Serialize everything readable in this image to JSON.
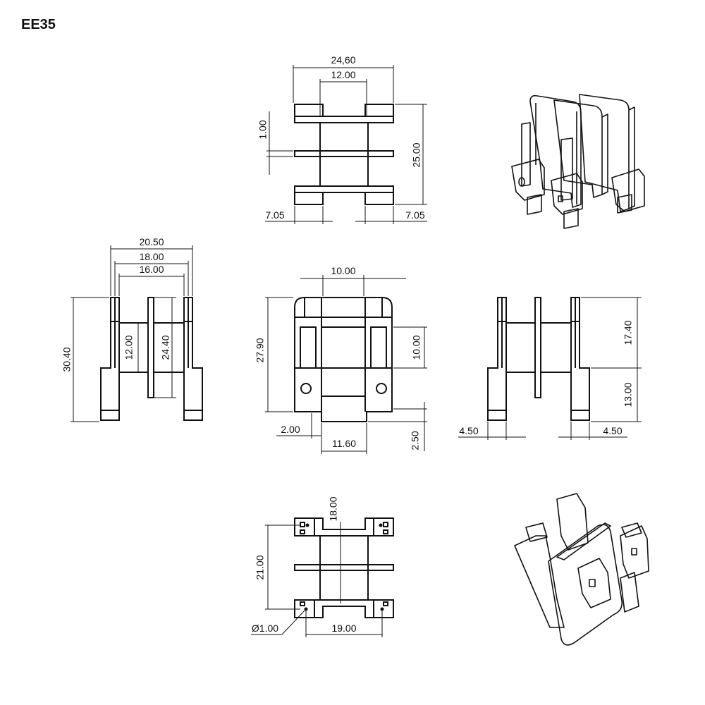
{
  "title": "EE35",
  "top_view": {
    "d_outer_width": "24,60",
    "d_inner_width": "12.00",
    "d_flange": "1.00",
    "d_height": "25.00",
    "d_left": "7.05",
    "d_right": "7.05"
  },
  "side_view": {
    "d_width_outer": "20.50",
    "d_width_mid": "18.00",
    "d_width_inner": "16.00",
    "d_height": "30.40",
    "d_core_height": "12.00",
    "d_flange_height": "24.40"
  },
  "front_view": {
    "d_window": "10.00",
    "d_height": "27.90",
    "d_window_height": "10.00",
    "d_foot": "2.00",
    "d_slot": "11.60",
    "d_pin": "2.50"
  },
  "right_view": {
    "d_upper": "17.40",
    "d_lower": "13.00",
    "d_left": "4.50",
    "d_right": "4.50"
  },
  "bottom_view": {
    "d_depth": "18.00",
    "d_length": "21.00",
    "d_hole": "Ø1.00",
    "d_span": "19.00"
  }
}
